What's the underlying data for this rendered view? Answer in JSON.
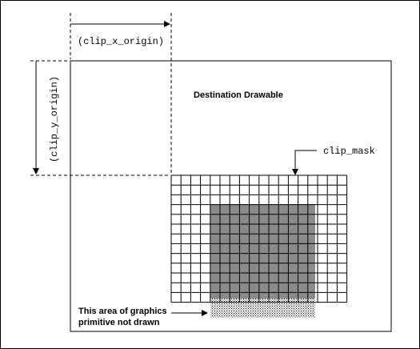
{
  "labels": {
    "clip_x_origin": "(clip_x_origin)",
    "clip_y_origin": "(clip_y_origin)",
    "destination_drawable": "Destination Drawable",
    "clip_mask": "clip_mask",
    "not_drawn_line1": "This area of graphics",
    "not_drawn_line2": "primitive not drawn"
  },
  "colors": {
    "line": "#000000",
    "background": "#ffffff",
    "shaded": "#8a8a8a",
    "stipple": "#cccccc"
  },
  "grid": {
    "columns": 18,
    "rows": 13
  }
}
